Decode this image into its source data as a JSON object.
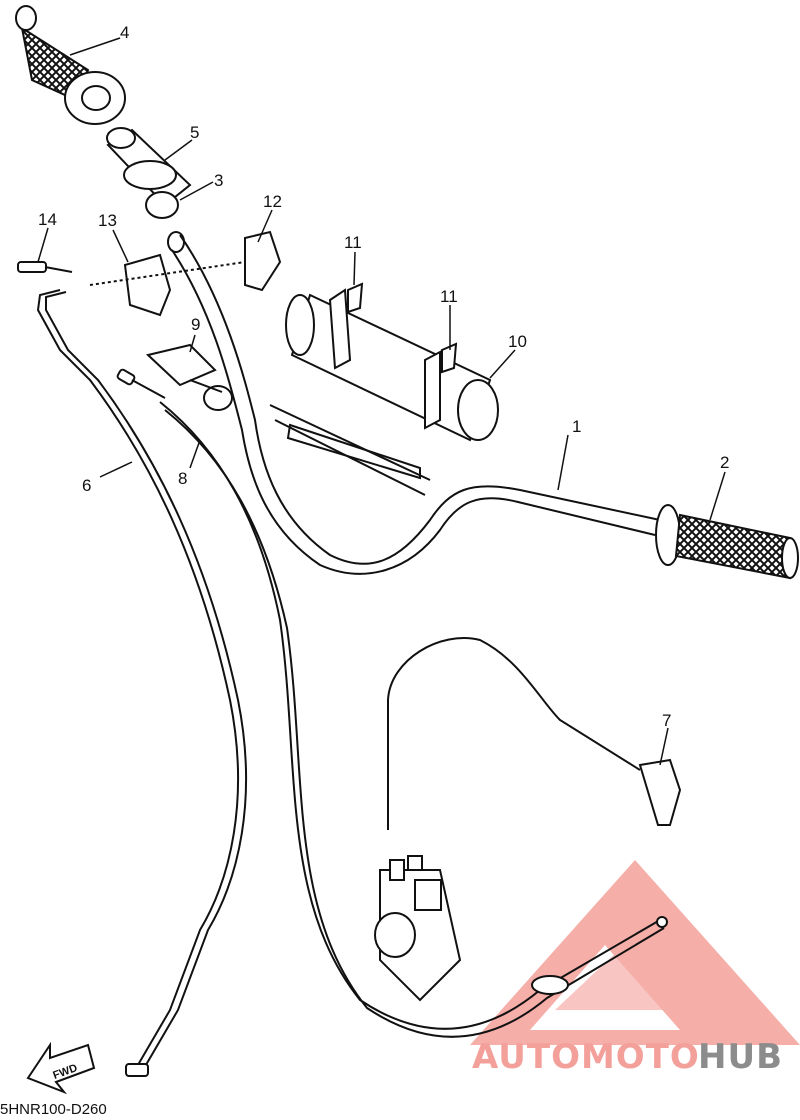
{
  "diagram": {
    "callouts": [
      "1",
      "2",
      "3",
      "4",
      "5",
      "6",
      "7",
      "8",
      "9",
      "10",
      "11",
      "11",
      "12",
      "13",
      "14"
    ],
    "fwd_label": "FWD",
    "drawing_code": "5HNR100-D260"
  },
  "watermark": {
    "text_a": "AUTOMOTO",
    "text_b": "HUB",
    "colors": {
      "primary": "#f4a09a",
      "secondary": "#8c8c8c"
    }
  }
}
